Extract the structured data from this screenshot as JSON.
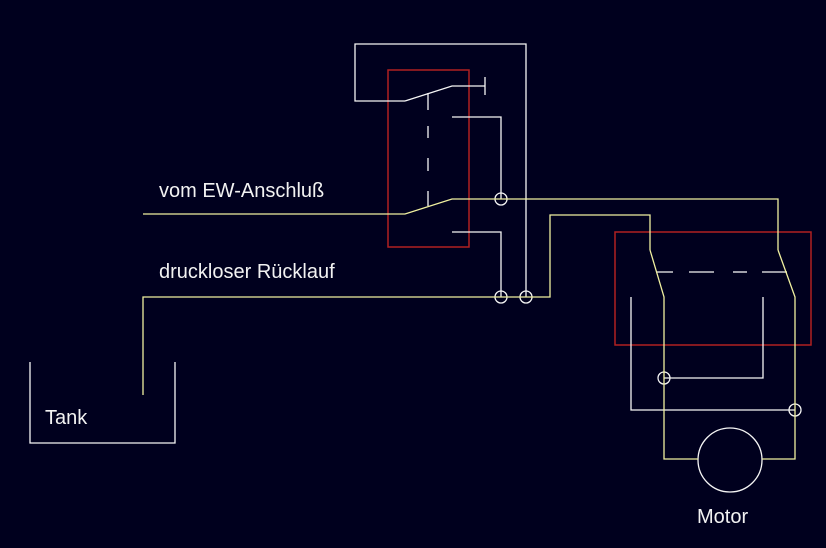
{
  "diagram": {
    "labels": {
      "supply": "vom EW-Anschluß",
      "return": "druckloser Rücklauf",
      "tank": "Tank",
      "motor": "Motor"
    },
    "colors": {
      "background": "#00001e",
      "wire_white": "#f5f5f5",
      "wire_yellow": "#f0f0a0",
      "relay_box": "#b02020"
    }
  }
}
